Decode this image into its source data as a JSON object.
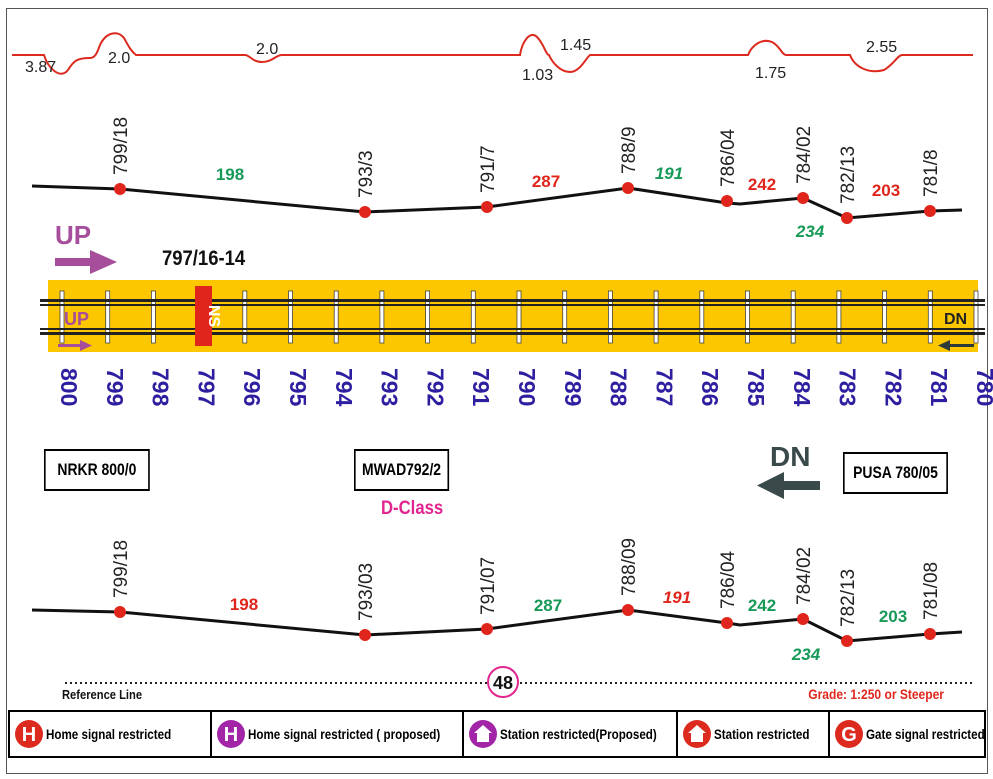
{
  "gradient_profile": {
    "values": [
      "3.87",
      "2.0",
      "2.0",
      "1.03",
      "1.45",
      "1.75",
      "2.55"
    ]
  },
  "curves": {
    "up": {
      "points": [
        "799/18",
        "793/3",
        "791/7",
        "788/9",
        "786/04",
        "784/02",
        "782/13",
        "781/8"
      ],
      "values": [
        "198",
        "287",
        "191",
        "242",
        "234",
        "203"
      ]
    },
    "dn": {
      "points": [
        "799/18",
        "793/03",
        "791/07",
        "788/09",
        "786/04",
        "784/02",
        "782/13",
        "781/08"
      ],
      "values": [
        "198",
        "287",
        "191",
        "242",
        "234",
        "203"
      ]
    }
  },
  "track": {
    "up_label": "UP",
    "dn_label": "DN",
    "inner_up_label": "UP",
    "inner_dn_label": "DN",
    "ns_label": "NS",
    "ns_location": "797/16-14",
    "km_marks": [
      "800",
      "799",
      "798",
      "797",
      "796",
      "795",
      "794",
      "793",
      "792",
      "791",
      "790",
      "789",
      "788",
      "787",
      "786",
      "785",
      "784",
      "783",
      "782",
      "781",
      "780"
    ]
  },
  "stations": {
    "nrkr": "NRKR 800/0",
    "mwad": "MWAD792/2",
    "mwad_class": "D-Class",
    "pusa": "PUSA 780/05"
  },
  "footer": {
    "reference_line": "Reference Line",
    "page_number": "48",
    "grade_note": "Grade: 1:250 or Steeper"
  },
  "legend": [
    {
      "icon": "H",
      "label": "Home signal restricted",
      "color": "#dd2a1f"
    },
    {
      "icon": "H",
      "label": "Home signal restricted ( proposed)",
      "color": "#a225a8"
    },
    {
      "icon": "station-icon",
      "label": "Station restricted(Proposed)",
      "color": "#a225a8"
    },
    {
      "icon": "station-icon",
      "label": "Station restricted",
      "color": "#dd2a1f"
    },
    {
      "icon": "G",
      "label": "Gate signal restricted",
      "color": "#dd2a1f"
    }
  ],
  "colors": {
    "gradient_line": "#dd2a1f",
    "point": "#e0261c",
    "green_value": "#179a58",
    "red_value": "#e0261c",
    "track_bg": "#fdc700",
    "km_text": "#2d1fa0",
    "up_arrow": "#a64d9c",
    "dn_arrow": "#3a4a4a",
    "class_text": "#e1268f"
  }
}
